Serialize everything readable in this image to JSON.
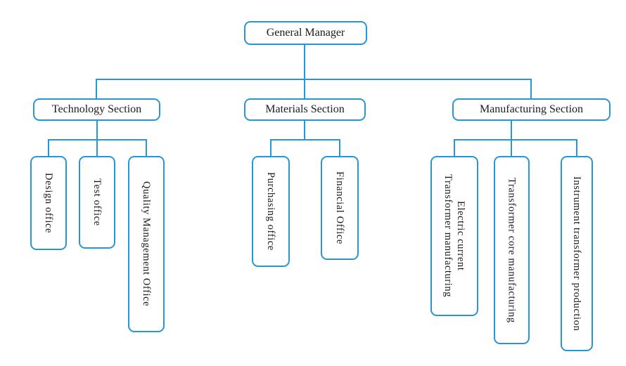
{
  "colors": {
    "accent": "#2996D4",
    "text": "#1B1B1B",
    "background": "#FFFFFF"
  },
  "org": {
    "root": {
      "label": "General Manager"
    },
    "sections": [
      {
        "label": "Technology Section",
        "children": [
          {
            "label": "Design office"
          },
          {
            "label": "Test office"
          },
          {
            "label": "Quality Management Office"
          }
        ]
      },
      {
        "label": "Materials Section",
        "children": [
          {
            "label": "Purchasing office"
          },
          {
            "label": "Financial Office"
          }
        ]
      },
      {
        "label": "Manufacturing Section",
        "children": [
          {
            "label": "Electric current\nTransformer manufacturing"
          },
          {
            "label": "Transformer core manufacturing"
          },
          {
            "label": "Instrument transformer production"
          }
        ]
      }
    ]
  }
}
